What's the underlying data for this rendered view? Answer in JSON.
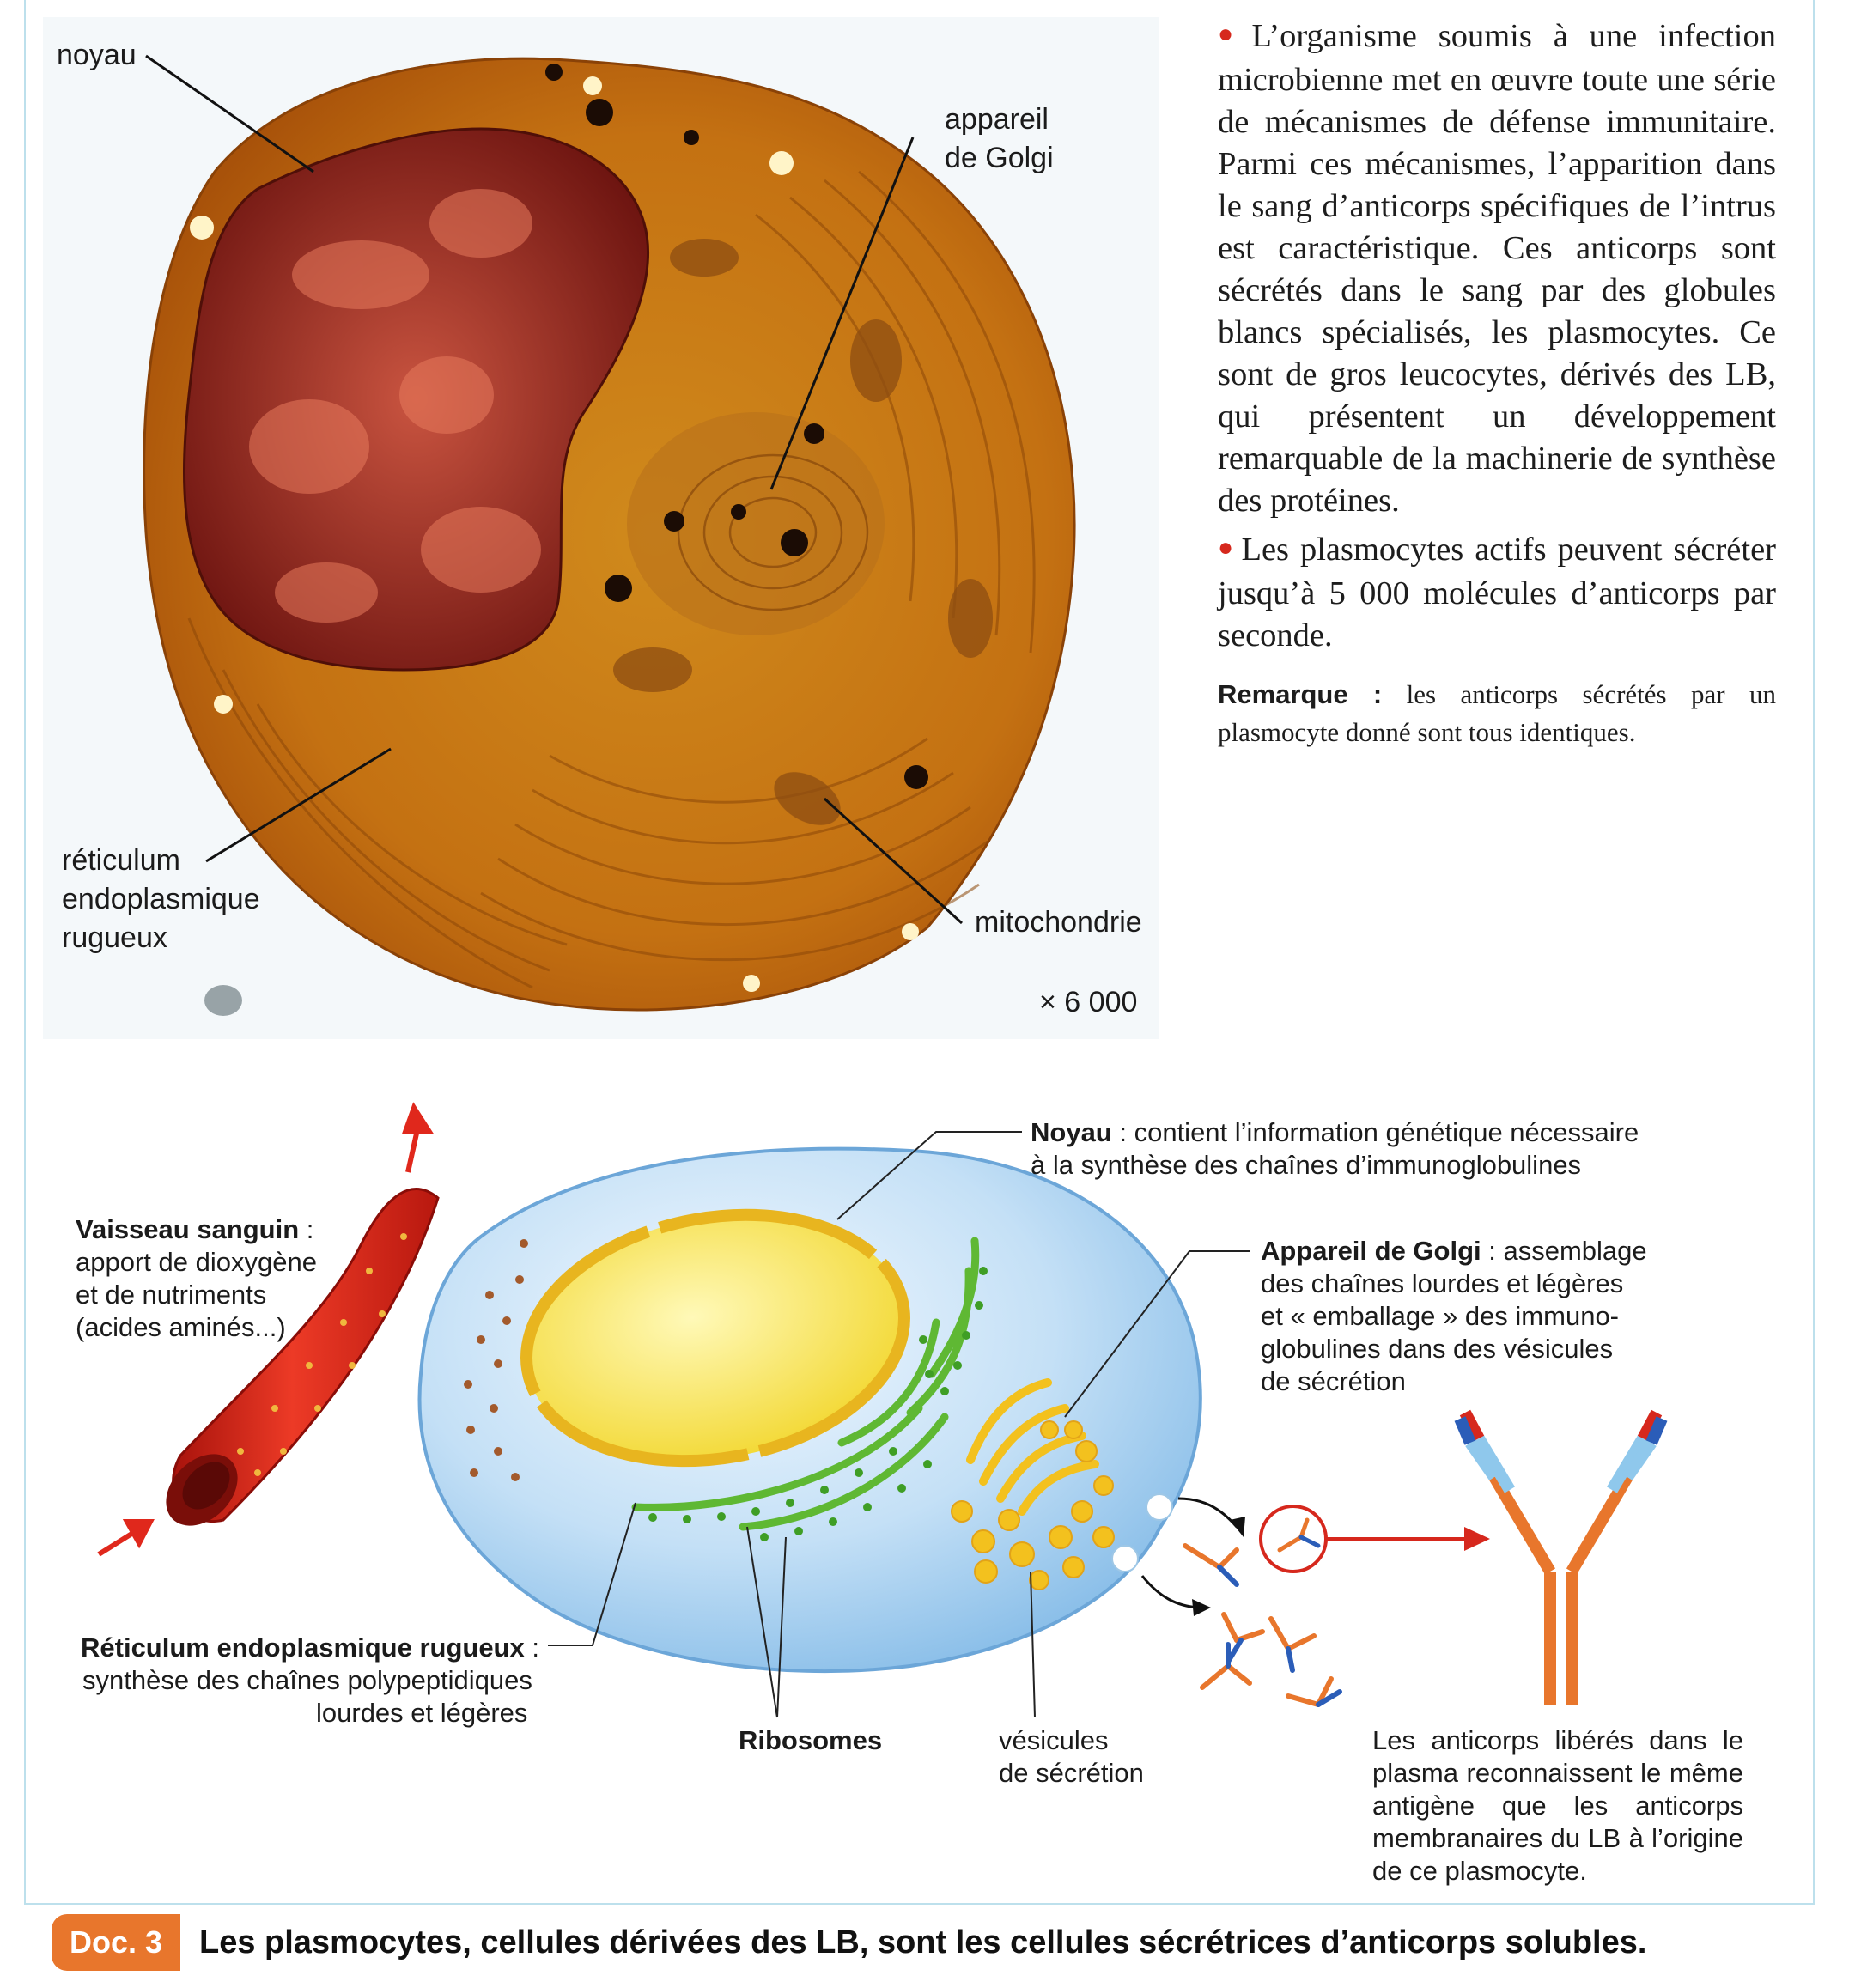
{
  "micrograph": {
    "labels": {
      "noyau": "noyau",
      "golgi_line1": "appareil",
      "golgi_line2": "de Golgi",
      "rer_line1": "réticulum",
      "rer_line2": "endoplasmique",
      "rer_line3": "rugueux",
      "mito": "mitochondrie"
    },
    "magnification": "× 6 000"
  },
  "text": {
    "para1": "L’organisme soumis à une infection microbienne met en œuvre toute une série de mécanismes de défense immunitaire. Parmi ces mécanismes, l’apparition dans le sang d’anticorps spécifiques de l’intrus est caractéristique. Ces anticorps sont sécrétés dans le sang par des globules blancs spécialisés, les plasmocytes. Ce sont de gros leucocytes, dérivés des LB, qui présentent un développement remarquable de la machinerie de synthèse des protéines.",
    "para2": "Les plasmocytes actifs peuvent sécréter jusqu’à 5 000 molécules d’anticorps par seconde.",
    "remark_label": "Remarque :",
    "remark_text": "les anticorps sécrétés par un plasmocyte donné sont tous identiques."
  },
  "diagram": {
    "noyau_bold": "Noyau",
    "noyau_line1": " : contient l’information génétique nécessaire",
    "noyau_line2": "à la synthèse des chaînes d’immunoglobulines",
    "vaisseau_bold": "Vaisseau sanguin",
    "vaisseau_colon": " :",
    "vaisseau_line2": "apport de dioxygène",
    "vaisseau_line3": "et de nutriments",
    "vaisseau_line4": "(acides aminés...)",
    "golgi_bold": "Appareil de Golgi",
    "golgi_line1": " : assemblage",
    "golgi_line2": "des chaînes lourdes et légères",
    "golgi_line3": "et « emballage » des immuno-",
    "golgi_line4": "globulines dans des vésicules",
    "golgi_line5": "de sécrétion",
    "rer_bold": "Réticulum endoplasmique rugueux",
    "rer_colon": " :",
    "rer_line2": "synthèse des chaînes polypeptidiques",
    "rer_line3": "lourdes et légères",
    "ribosomes": "Ribosomes",
    "vesicules_line1": "vésicules",
    "vesicules_line2": "de sécrétion",
    "anticorps_text": "Les anticorps libérés dans le plasma reconnaissent le même antigène que les anticorps membranaires du LB à l’origine de ce plasmocyte."
  },
  "caption": {
    "doc": "Doc. 3",
    "title": "Les plasmocytes, cellules dérivées des LB, sont les cellules sécrétrices d’anticorps solubles."
  },
  "colors": {
    "accent": "#e8762c",
    "bullet": "#d6281d",
    "cell_blue": "#a9d3f2",
    "nucleus_yellow": "#f7e34d",
    "rer_green": "#5fb833",
    "vessel_red": "#e0281c"
  }
}
